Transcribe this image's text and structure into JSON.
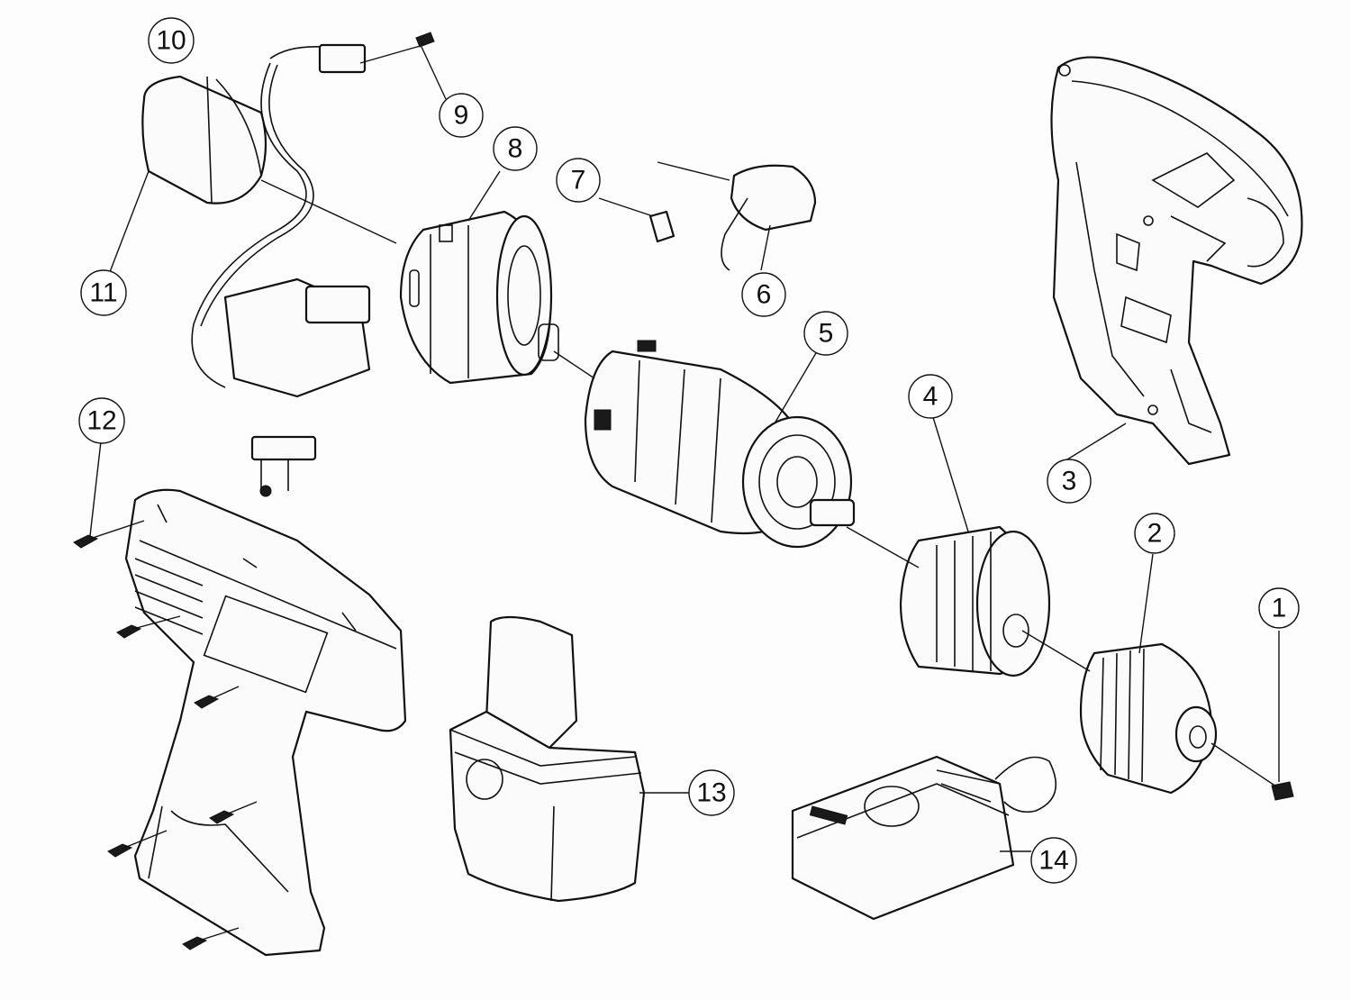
{
  "callouts": [
    {
      "id": "1",
      "label": "1"
    },
    {
      "id": "2",
      "label": "2"
    },
    {
      "id": "3",
      "label": "3"
    },
    {
      "id": "4",
      "label": "4"
    },
    {
      "id": "5",
      "label": "5"
    },
    {
      "id": "6",
      "label": "6"
    },
    {
      "id": "7",
      "label": "7"
    },
    {
      "id": "8",
      "label": "8"
    },
    {
      "id": "9",
      "label": "9"
    },
    {
      "id": "10",
      "label": "10"
    },
    {
      "id": "11",
      "label": "11"
    },
    {
      "id": "12",
      "label": "12"
    },
    {
      "id": "13",
      "label": "13"
    },
    {
      "id": "14",
      "label": "14"
    }
  ],
  "colors": {
    "ink": "#111111",
    "paper": "#fdfdfd"
  }
}
